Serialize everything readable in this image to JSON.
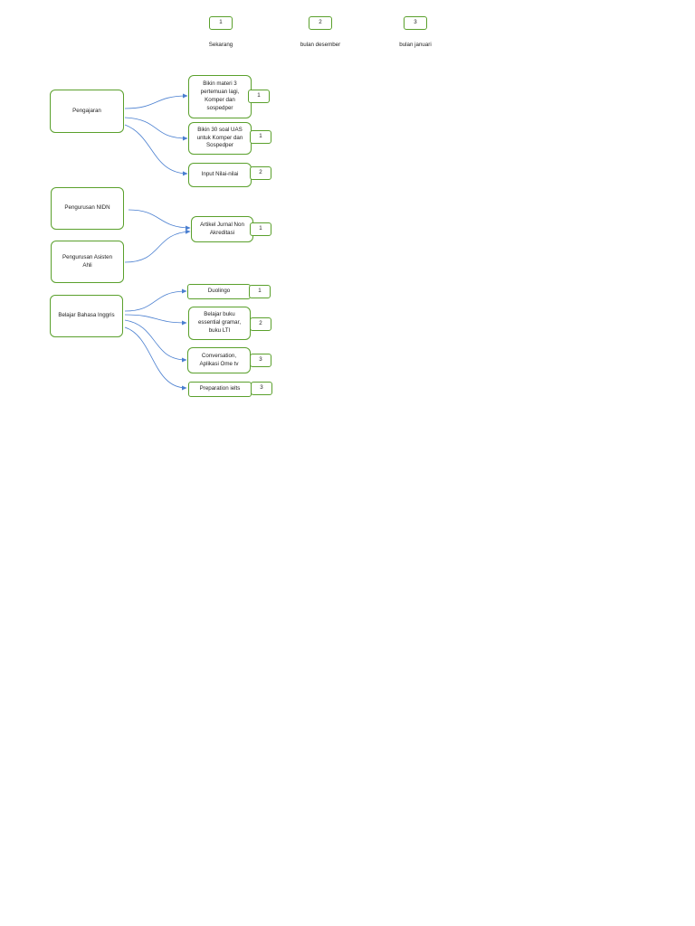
{
  "legend": [
    {
      "num": "1",
      "label": "Sekarang"
    },
    {
      "num": "2",
      "label": "bulan desember"
    },
    {
      "num": "3",
      "label": "bulan januari"
    }
  ],
  "sources": {
    "pengajaran": "Pengajaran",
    "nidn": "Pengurusan NIDN",
    "asisten": "Pengurusan Asisten Ahli",
    "inggris": "Belajar Bahasa Inggris"
  },
  "tasks": {
    "materi": {
      "text": "Bikin materi 3 pertemuan lagi, Komper dan sospedper",
      "priority": "1"
    },
    "uas": {
      "text": "Bikin 30 soal UAS untuk Komper dan Sospedper",
      "priority": "1"
    },
    "nilai": {
      "text": "Input Nilai-nilai",
      "priority": "2"
    },
    "artikel": {
      "text": "Artikel Jurnal Non Akreditasi",
      "priority": "1"
    },
    "duolingo": {
      "text": "Duolingo",
      "priority": "1"
    },
    "buku": {
      "text": "Belajar buku essential gramar, buku LTI",
      "priority": "2"
    },
    "conversation": {
      "text": "Conversation, Aplikasi Ome tv",
      "priority": "3"
    },
    "ielts": {
      "text": "Preparation ielts",
      "priority": "3"
    }
  },
  "colors": {
    "box_border": "#5aa02c",
    "arrow": "#4a7fd0"
  }
}
